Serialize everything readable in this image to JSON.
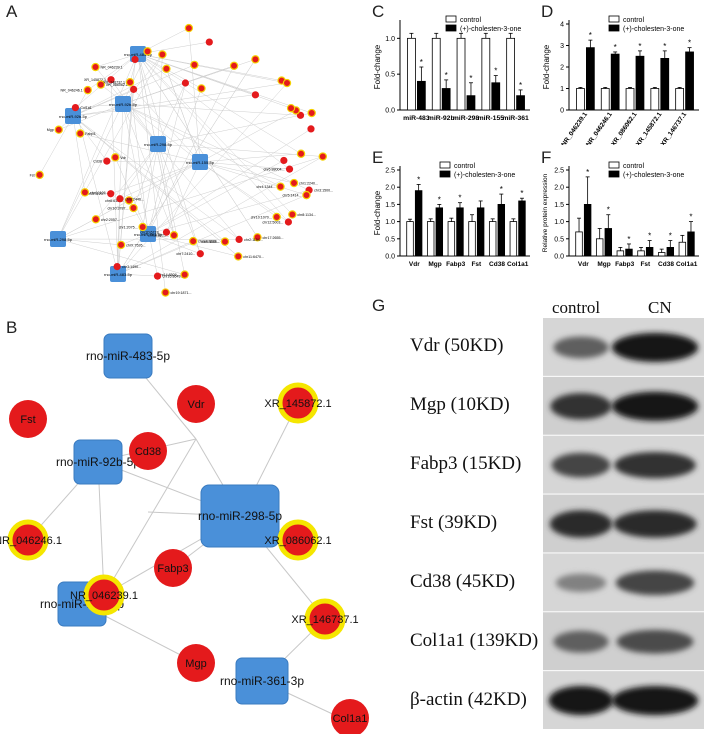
{
  "panels": {
    "a": "A",
    "b": "B",
    "c": "C",
    "d": "D",
    "e": "E",
    "f": "F",
    "g": "G"
  },
  "network_a": {
    "mirnas": [
      "rno-miR-483-5p",
      "rno-miR-92b-5p",
      "rno-miR-298-5p",
      "rno-miR-155-5p",
      "rno-miR-361-3p"
    ],
    "genes": [
      "Fst",
      "Vdr",
      "Cd38",
      "Fabp3",
      "Mgp",
      "Col1a1"
    ],
    "lncrnas": [
      "NR_046246.1",
      "NR_046239.1",
      "XR_145872.1",
      "XR_086062.1",
      "XR_146737.1"
    ],
    "minor_labels": [
      "chr6:88004...",
      "chr1:2240...",
      "chr4:1344...",
      "chr3:1500...",
      "chr5:1414...",
      "chr8:1134...",
      "chr12:5003...",
      "chr17:2655...",
      "chr10:1070...",
      "chr2:1104...",
      "chr9:1180...",
      "chr11:6470...",
      "chr7:2410...",
      "chr13:3803...",
      "chr14:8509...",
      "chr16:8649...",
      "chr18:8223...",
      "chr19:1871...",
      "chr20:6718...",
      "chrX:7526...",
      "chr1:2075...",
      "chr3:1490...",
      "chr10:3787...",
      "chr2:2057...",
      "chr15:1123...",
      "chr4:1106...",
      "chr6:6137...",
      "chr8:2446..."
    ]
  },
  "network_b": {
    "mirnas": [
      "rno-miR-483-5p",
      "rno-miR-92b-5p",
      "rno-miR-298-5p",
      "rno-miR-155-5p",
      "rno-miR-361-3p"
    ],
    "genes": [
      "Fst",
      "Vdr",
      "Cd38",
      "Fabp3",
      "Mgp",
      "Col1a1"
    ],
    "lncrnas": [
      "XR_145872.1",
      "NR_046246.1",
      "XR_086062.1",
      "NR_046239.1",
      "XR_146737.1"
    ]
  },
  "chart_data": [
    {
      "id": "C",
      "type": "bar",
      "ylabel": "Fold-change",
      "ylim": [
        0,
        1.2
      ],
      "yticks": [
        "0.0",
        "0.5",
        "1.0"
      ],
      "categories": [
        "miR-483",
        "miR-92b",
        "miR-298",
        "miR-155",
        "miR-361"
      ],
      "series": [
        {
          "name": "control",
          "values": [
            1.0,
            1.0,
            1.0,
            1.0,
            1.0
          ],
          "errors": [
            0.07,
            0.07,
            0.07,
            0.07,
            0.07
          ]
        },
        {
          "name": "(+)-cholesten-3-one",
          "values": [
            0.4,
            0.3,
            0.2,
            0.38,
            0.2
          ],
          "errors": [
            0.2,
            0.12,
            0.18,
            0.1,
            0.08
          ]
        }
      ],
      "significance": [
        "*",
        "*",
        "*",
        "*",
        "*"
      ]
    },
    {
      "id": "D",
      "type": "bar",
      "ylabel": "Fold-change",
      "ylim": [
        0,
        4
      ],
      "yticks": [
        "0",
        "1",
        "2",
        "3",
        "4"
      ],
      "categories": [
        "NR_046239.1",
        "NR_046246.1",
        "XR_086062.1",
        "XR_145872.1",
        "XR_146737.1"
      ],
      "series": [
        {
          "name": "control",
          "values": [
            1.0,
            1.0,
            1.0,
            1.0,
            1.0
          ],
          "errors": [
            0.05,
            0.05,
            0.05,
            0.05,
            0.05
          ]
        },
        {
          "name": "(+)-cholesten-3-one",
          "values": [
            2.9,
            2.6,
            2.5,
            2.4,
            2.7
          ],
          "errors": [
            0.35,
            0.1,
            0.25,
            0.35,
            0.2
          ]
        }
      ],
      "significance": [
        "*",
        "*",
        "*",
        "*",
        "*"
      ]
    },
    {
      "id": "E",
      "type": "bar",
      "ylabel": "Fold-change",
      "ylim": [
        0,
        2.5
      ],
      "yticks": [
        "0.0",
        "0.5",
        "1.0",
        "1.5",
        "2.0",
        "2.5"
      ],
      "categories": [
        "Vdr",
        "Mgp",
        "Fabp3",
        "Fst",
        "Cd38",
        "Col1a1"
      ],
      "series": [
        {
          "name": "control",
          "values": [
            1.0,
            1.0,
            1.0,
            1.0,
            1.0,
            1.0
          ],
          "errors": [
            0.07,
            0.08,
            0.1,
            0.2,
            0.08,
            0.08
          ]
        },
        {
          "name": "(+)-cholesten-3-one",
          "values": [
            1.9,
            1.4,
            1.4,
            1.4,
            1.5,
            1.6
          ],
          "errors": [
            0.18,
            0.1,
            0.15,
            0.2,
            0.3,
            0.08
          ]
        }
      ],
      "significance": [
        "*",
        "*",
        "*",
        "",
        "*",
        "*"
      ]
    },
    {
      "id": "F",
      "type": "bar",
      "ylabel": "Relative protein expression",
      "ylim": [
        0,
        2.5
      ],
      "yticks": [
        "0.0",
        "0.5",
        "1.0",
        "1.5",
        "2.0",
        "2.5"
      ],
      "categories": [
        "Vdr",
        "Mgp",
        "Fabp3",
        "Fst",
        "Cd38",
        "Col1a1"
      ],
      "series": [
        {
          "name": "control",
          "values": [
            0.7,
            0.5,
            0.15,
            0.15,
            0.1,
            0.4
          ],
          "errors": [
            0.4,
            0.3,
            0.1,
            0.1,
            0.1,
            0.2
          ]
        },
        {
          "name": "(+)-cholesten-3-one",
          "values": [
            1.5,
            0.8,
            0.2,
            0.25,
            0.25,
            0.7
          ],
          "errors": [
            0.8,
            0.4,
            0.15,
            0.2,
            0.2,
            0.3
          ]
        }
      ],
      "significance": [
        "*",
        "*",
        "*",
        "*",
        "*",
        "*"
      ]
    }
  ],
  "western_blot": {
    "columns": [
      "control",
      "CN"
    ],
    "rows": [
      "Vdr (50KD)",
      "Mgp (10KD)",
      "Fabp3 (15KD)",
      "Fst (39KD)",
      "Cd38 (45KD)",
      "Col1a1 (139KD)",
      "β-actin (42KD)"
    ],
    "band_intensity": [
      {
        "control": 0.55,
        "cn": 0.95
      },
      {
        "control": 0.8,
        "cn": 0.95
      },
      {
        "control": 0.7,
        "cn": 0.8
      },
      {
        "control": 0.85,
        "cn": 0.85
      },
      {
        "control": 0.35,
        "cn": 0.7
      },
      {
        "control": 0.55,
        "cn": 0.65
      },
      {
        "control": 0.95,
        "cn": 0.95
      }
    ]
  }
}
